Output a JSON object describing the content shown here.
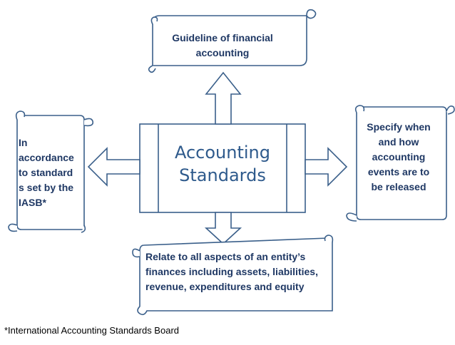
{
  "center": {
    "lines": [
      "Accounting",
      "Standards"
    ]
  },
  "top_scroll": {
    "lines": [
      "Guideline of financial",
      "accounting"
    ]
  },
  "left_scroll": {
    "lines": [
      "In",
      "accordance",
      "to standard",
      "s set by the",
      "IASB*"
    ]
  },
  "right_scroll": {
    "lines": [
      "Specify when",
      "and how",
      "accounting",
      "events are to",
      "be released"
    ]
  },
  "bottom_scroll": {
    "lines": [
      "Relate to all aspects of an entity’s",
      "finances including assets, liabilities,",
      "revenue, expenditures and equity"
    ]
  },
  "footnote": "*International Accounting Standards Board",
  "colors": {
    "outline": "#3a5f8a",
    "text": "#1f3864",
    "center_text": "#2e5a8c",
    "fill": "#ffffff"
  }
}
